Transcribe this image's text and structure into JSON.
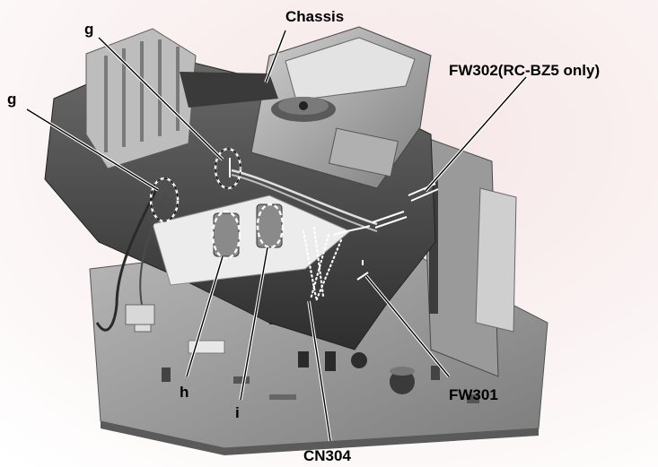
{
  "labels": {
    "chassis": "Chassis",
    "g_left": "g",
    "g_top": "g",
    "fw302": "FW302(RC-BZ5 only)",
    "fw301": "FW301",
    "cn304": "CN304",
    "h": "h",
    "i": "i"
  },
  "colors": {
    "photo_shadow": "#2b2b2b",
    "pcb": "#8f8f8f",
    "housing": "#555555",
    "mechanism": "#a7a7a7",
    "background_tint": "#f3dede"
  }
}
